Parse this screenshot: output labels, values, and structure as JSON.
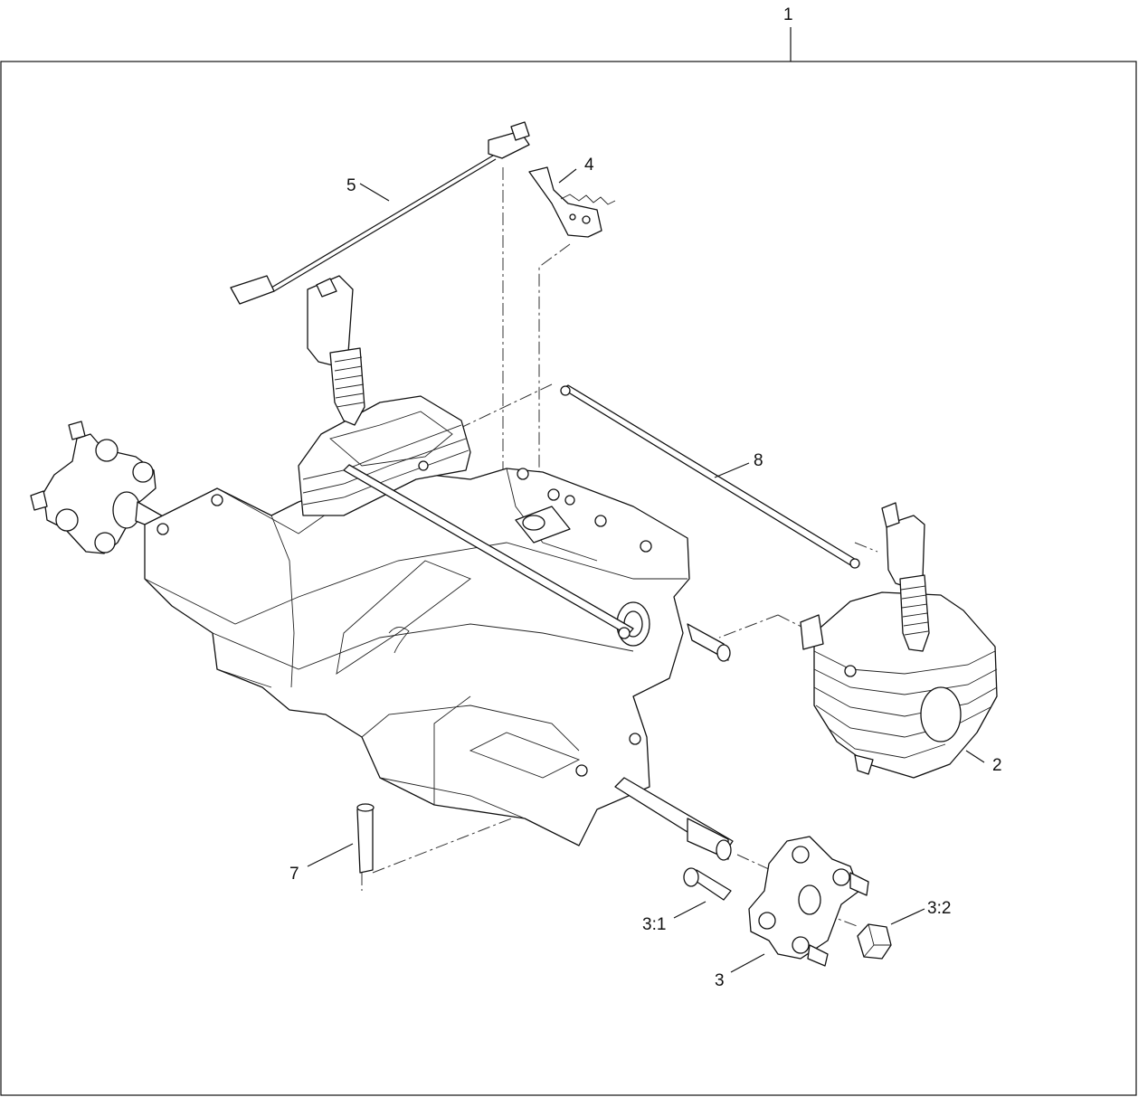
{
  "callouts": {
    "c1": "1",
    "c2": "2",
    "c3": "3",
    "c3_1": "3:1",
    "c3_2": "3:2",
    "c4": "4",
    "c5": "5",
    "c7": "7",
    "c8": "8"
  },
  "colors": {
    "line": "#111111",
    "background": "#ffffff"
  }
}
